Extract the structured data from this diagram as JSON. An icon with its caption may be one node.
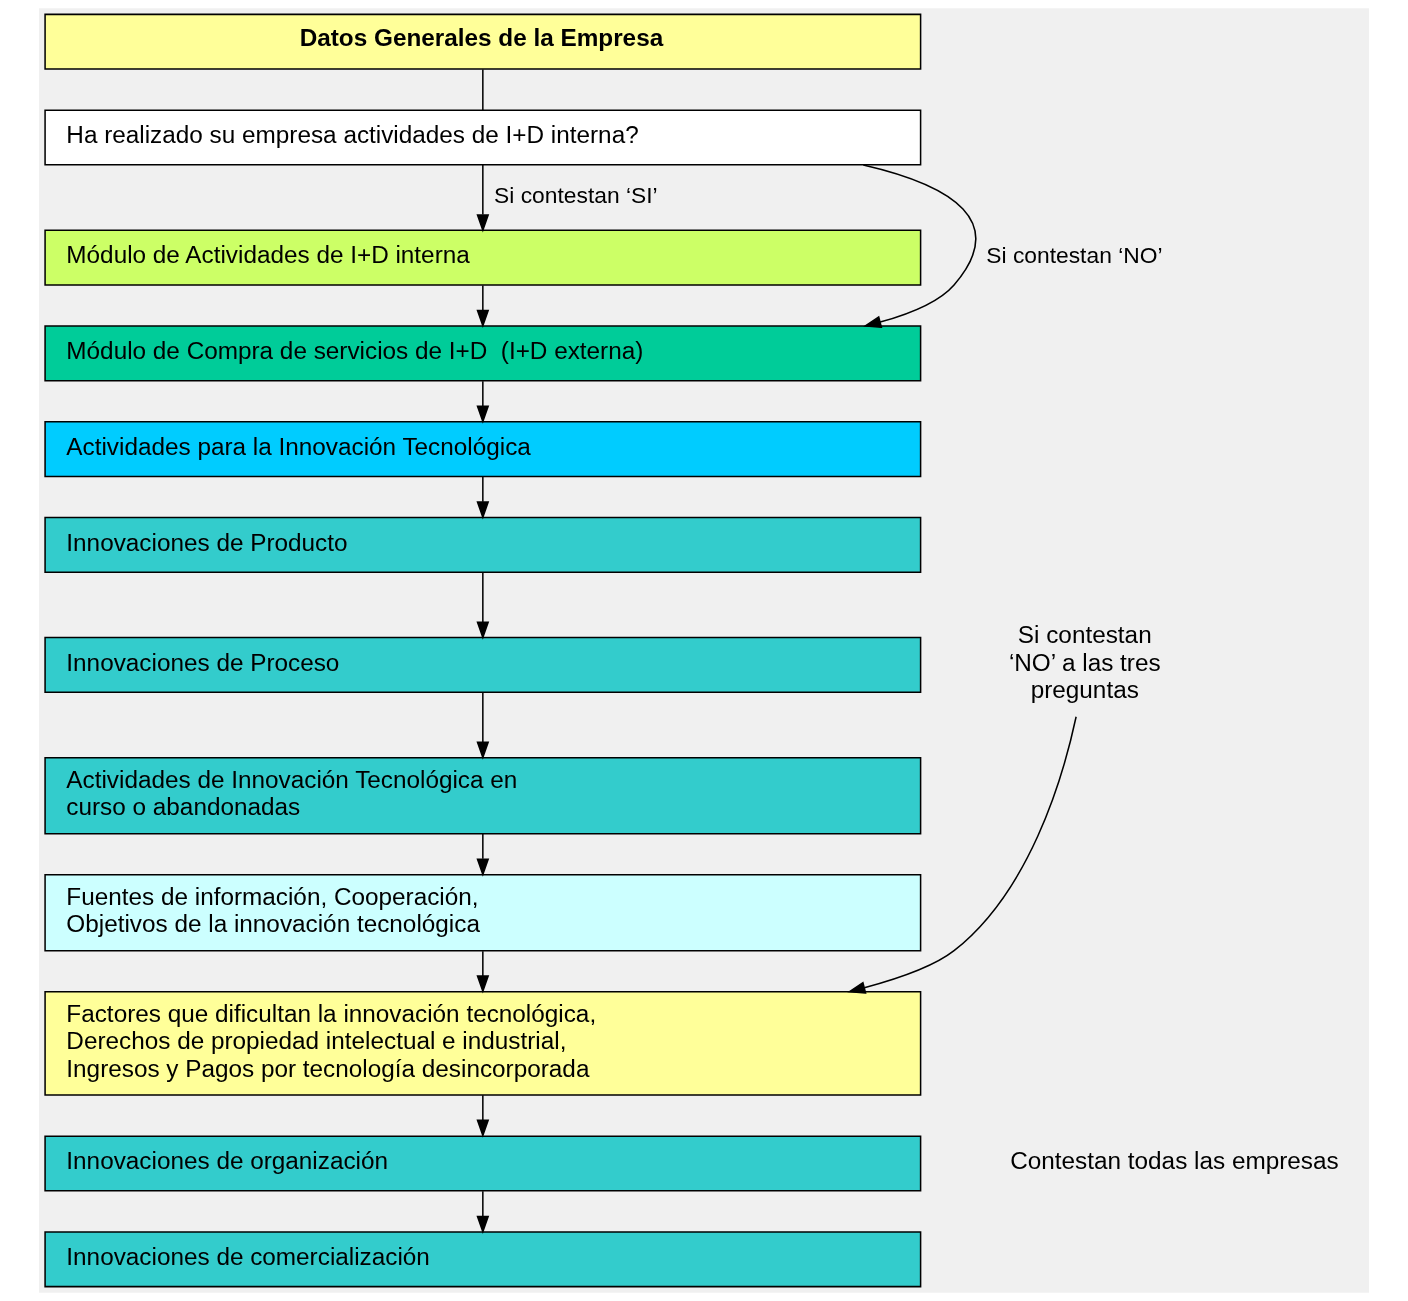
{
  "diagram": {
    "nodes": [
      {
        "text": [
          "Datos Generales de la Empresa"
        ]
      },
      {
        "text": [
          "Ha realizado su empresa actividades de I+D interna?"
        ]
      },
      {
        "text": [
          "Módulo de Actividades de I+D interna"
        ]
      },
      {
        "text": [
          "Módulo de Compra de servicios de I+D  (I+D externa)"
        ]
      },
      {
        "text": [
          "Actividades para la Innovación Tecnológica"
        ]
      },
      {
        "text": [
          "Innovaciones de Producto"
        ]
      },
      {
        "text": [
          "Innovaciones de Proceso"
        ]
      },
      {
        "text": [
          "Actividades de Innovación Tecnológica en curso o abandonadas"
        ]
      },
      {
        "text": [
          "Fuentes de información, Cooperación, Objetivos de la innovación tecnológica"
        ]
      },
      {
        "text": [
          "Factores que dificultan la innovación tecnológica, Derechos de propiedad intelectual e industrial, Ingresos y Pagos por tecnología desincorporada"
        ]
      },
      {
        "text": [
          "Innovaciones de organización"
        ]
      },
      {
        "text": [
          "Innovaciones de comercialización"
        ]
      },
      {
        "text": [
          "Si contestan ‘NO’ a las tres preguntas"
        ]
      }
    ],
    "edges": [
      {
        "from": 0,
        "to": 1,
        "arrow": "none"
      },
      {
        "from": 1,
        "to": 2,
        "arrow": "to",
        "label": "Si contestan ‘SI’"
      },
      {
        "from": 2,
        "to": 3,
        "arrow": "to"
      },
      {
        "from": 1,
        "to": 3,
        "arrow": "to",
        "label": "Si contestan ‘NO’"
      },
      {
        "from": 3,
        "to": 4,
        "arrow": "to"
      },
      {
        "from": 4,
        "to": 5,
        "arrow": "to"
      },
      {
        "from": 5,
        "to": 6,
        "arrow": "to"
      },
      {
        "from": 6,
        "to": 7,
        "arrow": "to"
      },
      {
        "from": 7,
        "to": 8,
        "arrow": "to"
      },
      {
        "from": 8,
        "to": 9,
        "arrow": "to"
      },
      {
        "from": 12,
        "to": 9,
        "arrow": "to"
      },
      {
        "from": 9,
        "to": 10,
        "arrow": "to"
      },
      {
        "from": 10,
        "to": 11,
        "arrow": "to"
      }
    ],
    "labels": [
      "Contestan todas las empresas"
    ]
  }
}
